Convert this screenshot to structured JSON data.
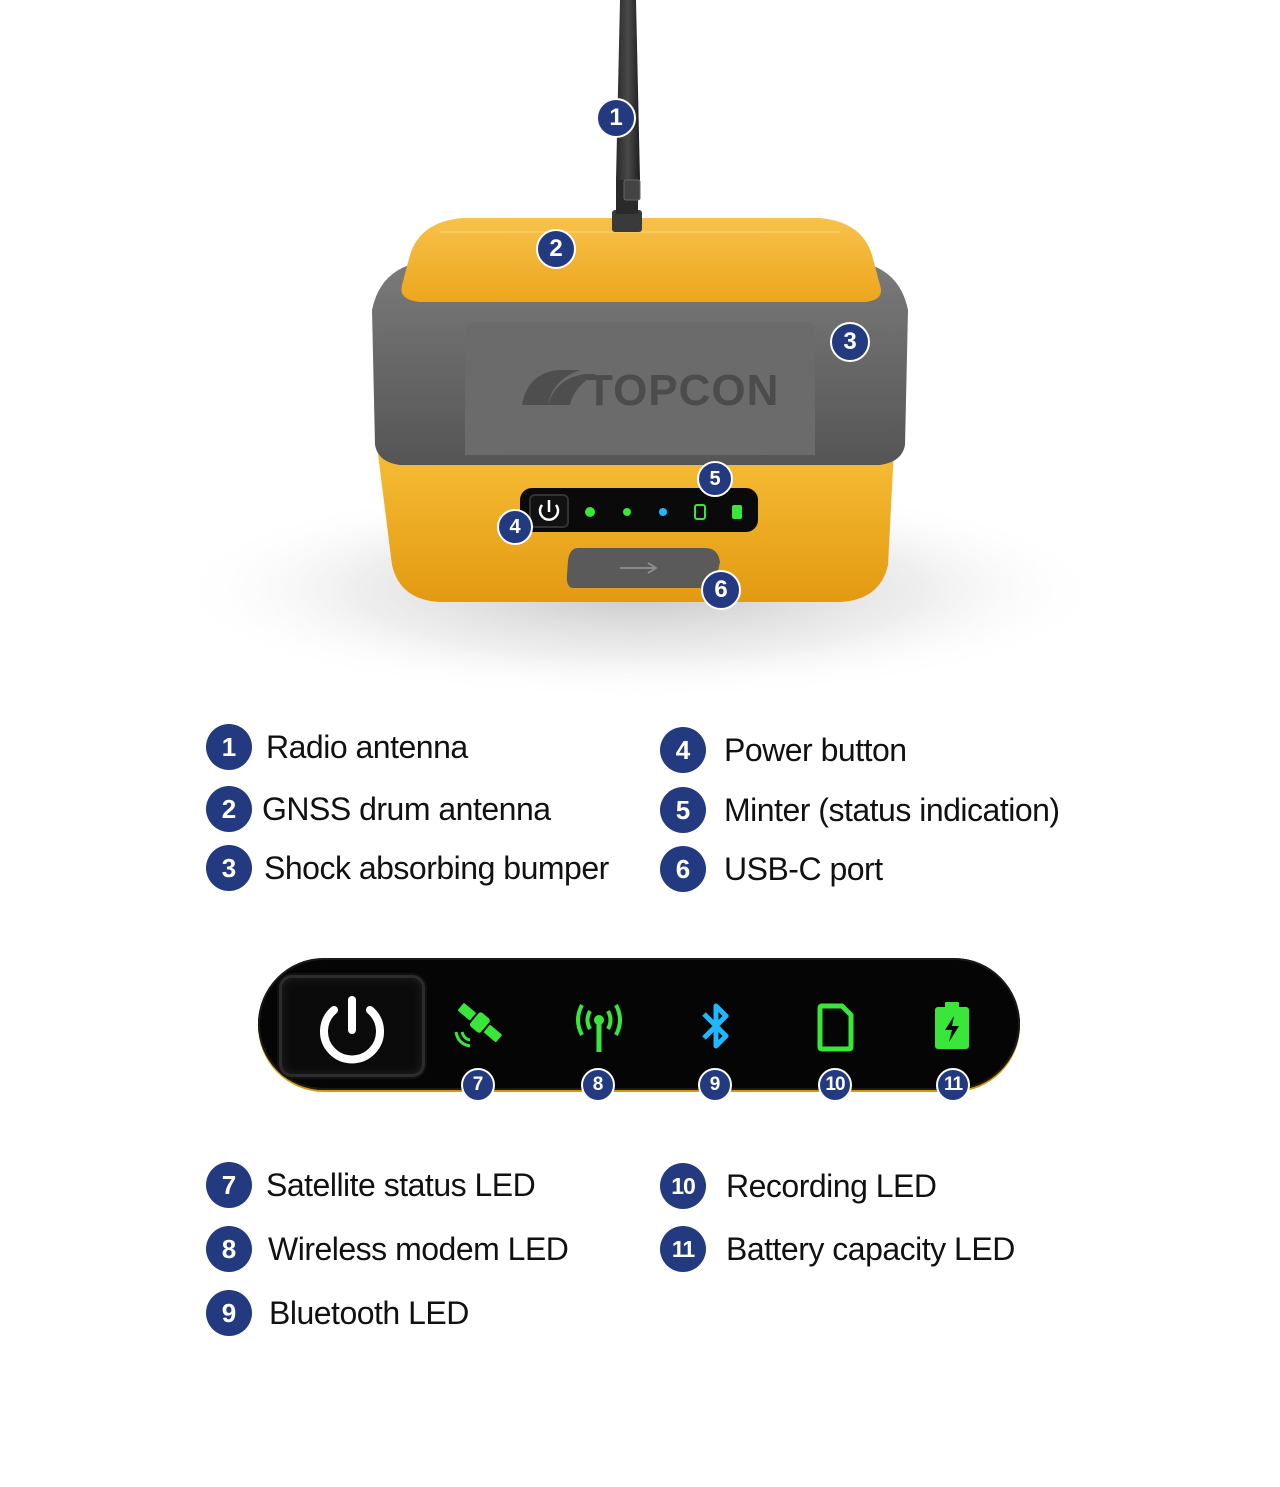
{
  "device": {
    "brand": "TOPCON",
    "colors": {
      "body_yellow": "#f5b323",
      "bumper_gray": "#6e6e6e",
      "led_green": "#39e639",
      "led_blue": "#1fb8ff",
      "badge_blue": "#243a80"
    }
  },
  "callouts": {
    "c1": "1",
    "c2": "2",
    "c3": "3",
    "c4": "4",
    "c5": "5",
    "c6": "6",
    "c7": "7",
    "c8": "8",
    "c9": "9",
    "c10": "10",
    "c11": "11"
  },
  "legend_top": [
    {
      "num": "1",
      "label": "Radio antenna"
    },
    {
      "num": "2",
      "label": "GNSS drum antenna"
    },
    {
      "num": "3",
      "label": "Shock absorbing bumper"
    },
    {
      "num": "4",
      "label": "Power button"
    },
    {
      "num": "5",
      "label": "Minter (status indication)"
    },
    {
      "num": "6",
      "label": "USB-C port"
    }
  ],
  "legend_bottom": [
    {
      "num": "7",
      "label": "Satellite status LED"
    },
    {
      "num": "8",
      "label": "Wireless modem LED"
    },
    {
      "num": "9",
      "label": "Bluetooth LED"
    },
    {
      "num": "10",
      "label": "Recording LED"
    },
    {
      "num": "11",
      "label": "Battery capacity LED"
    }
  ],
  "panel_icons": [
    "power-icon",
    "satellite-icon",
    "antenna-signal-icon",
    "bluetooth-icon",
    "sd-card-icon",
    "battery-icon"
  ]
}
